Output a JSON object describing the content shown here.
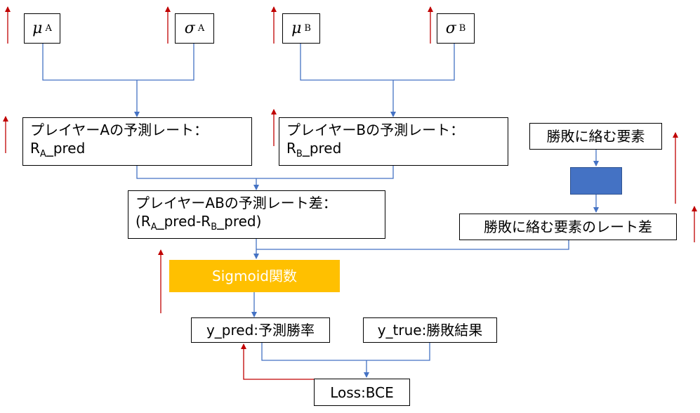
{
  "colors": {
    "connector": "#4472C4",
    "gradient_arrow": "#C00000",
    "sigmoid_fill": "#FFC000",
    "sigmoid_text": "#FFFFFF",
    "hidden_block": "#4472C4",
    "box_border": "#000000"
  },
  "nodes": {
    "mu_a": {
      "symbol": "μ",
      "subscript": "A"
    },
    "sigma_a": {
      "symbol": "σ",
      "subscript": "A"
    },
    "mu_b": {
      "symbol": "μ",
      "subscript": "B"
    },
    "sigma_b": {
      "symbol": "σ",
      "subscript": "B"
    },
    "pred_a": {
      "line1": "プレイヤーAの予測レート：",
      "line2_prefix": "R",
      "line2_sub": "A",
      "line2_suffix": "_pred"
    },
    "pred_b": {
      "line1": "プレイヤーBの予測レート：",
      "line2_prefix": "R",
      "line2_sub": "B",
      "line2_suffix": "_pred"
    },
    "factor": {
      "label": "勝敗に絡む要素"
    },
    "factor_diff": {
      "label": "勝敗に絡む要素のレート差"
    },
    "pred_diff": {
      "line1": "プレイヤーABの予測レート差：",
      "line2_open": "(R",
      "line2_sub_a": "A",
      "line2_mid": "_pred-R",
      "line2_sub_b": "B",
      "line2_close": "_pred)"
    },
    "sigmoid": {
      "label": "Sigmoid関数"
    },
    "y_pred": {
      "label": "y_pred:予測勝率"
    },
    "y_true": {
      "label": "y_true:勝敗結果"
    },
    "loss": {
      "label": "Loss:BCE"
    }
  }
}
